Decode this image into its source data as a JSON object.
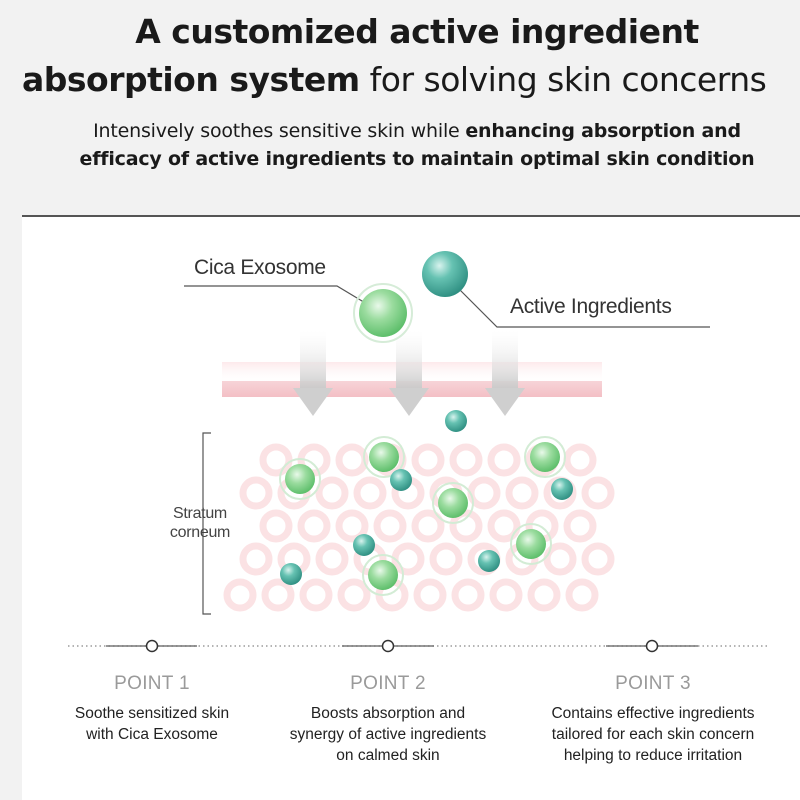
{
  "header": {
    "title_line1": "A customized active ingredient",
    "title_line2_bold": "absorption system",
    "title_line2_rest": " for solving skin concerns",
    "subtitle_line1_normal": "Intensively soothes sensitive skin while ",
    "subtitle_line1_bold": "enhancing absorption and",
    "subtitle_line2_bold": "efficacy of active ingredients to maintain optimal skin condition"
  },
  "diagram": {
    "label_cica": "Cica Exosome",
    "label_active": "Active Ingredients",
    "label_stratum": "Stratum corneum",
    "colors": {
      "skin_band": "#f4c6cc",
      "cell_ring": "#fbe2e4",
      "cica_green": "#7fd08a",
      "active_teal": "#3fa89a",
      "arrow": "#dcdcdc"
    }
  },
  "points": [
    {
      "title": "POINT 1",
      "desc": "Soothe sensitized skin\nwith Cica Exosome"
    },
    {
      "title": "POINT 2",
      "desc": "Boosts absorption and\nsynergy of active ingredients\non calmed skin"
    },
    {
      "title": "POINT 3",
      "desc": "Contains effective ingredients\ntailored for each skin concern\nhelping to reduce irritation"
    }
  ]
}
